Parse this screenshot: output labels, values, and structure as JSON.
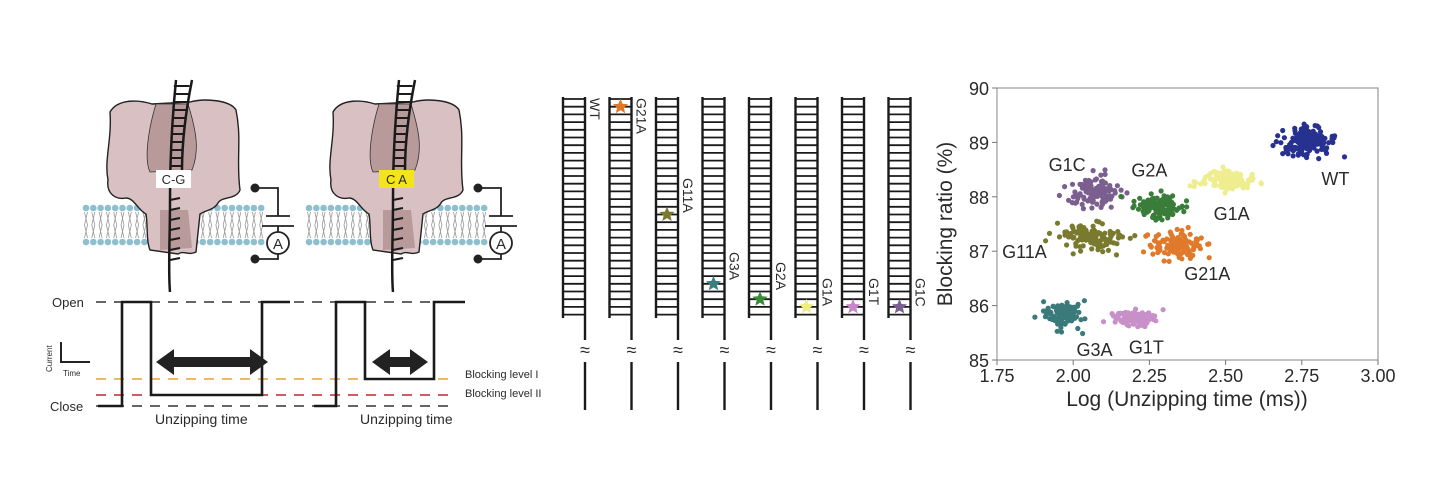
{
  "schematic": {
    "pores": [
      {
        "pair_label": "C-G",
        "label_bg": "#ffffff",
        "unzipping_label": "Unzipping time"
      },
      {
        "pair_label": "C A",
        "label_bg": "#f4e51a",
        "unzipping_label": "Unzipping time"
      }
    ],
    "ammeter_label": "A",
    "levels": {
      "open": "Open",
      "close": "Close",
      "blocking_1": "Blocking level I",
      "blocking_2": "Blocking level II"
    },
    "scale_bar": {
      "y": "Current",
      "x": "Time"
    },
    "colors": {
      "protein": "#d9c1c3",
      "protein_dark": "#b99a9a",
      "lipid_head": "#8dbfcf",
      "level_1": "#e8a030",
      "level_2": "#c0282c"
    }
  },
  "ladders": [
    {
      "label": "WT",
      "star": null
    },
    {
      "label": "G21A",
      "star": "#e07a2a",
      "star_rung": 1
    },
    {
      "label": "G11A",
      "star": "#7a7a2e",
      "star_rung": 15
    },
    {
      "label": "G3A",
      "star": "#3a8080",
      "star_rung": 24
    },
    {
      "label": "G2A",
      "star": "#3a8a3a",
      "star_rung": 26
    },
    {
      "label": "G1A",
      "star": "#eeee80",
      "star_rung": 27
    },
    {
      "label": "G1T",
      "star": "#c888c8",
      "star_rung": 27
    },
    {
      "label": "G1C",
      "star": "#7a5f8f",
      "star_rung": 27
    }
  ],
  "break_symbol": "≈",
  "chart_data": {
    "type": "scatter",
    "xlabel": "Log (Unzipping time (ms))",
    "ylabel": "Blocking ratio (%)",
    "xlim": [
      1.75,
      3.0
    ],
    "ylim": [
      85,
      90
    ],
    "xticks": [
      "1.75",
      "2.00",
      "2.25",
      "2.50",
      "2.75",
      "3.00"
    ],
    "yticks": [
      "85",
      "86",
      "87",
      "88",
      "89",
      "90"
    ],
    "grid": false,
    "series": [
      {
        "name": "WT",
        "color": "#27318f",
        "center": [
          2.76,
          89.0
        ],
        "spread": [
          0.045,
          0.14
        ],
        "n": 160,
        "label_at": [
          2.86,
          88.35
        ]
      },
      {
        "name": "G1A",
        "color": "#eeee90",
        "center": [
          2.5,
          88.3
        ],
        "spread": [
          0.045,
          0.09
        ],
        "n": 110,
        "label_at": [
          2.52,
          87.7
        ]
      },
      {
        "name": "G1C",
        "color": "#7a5f8f",
        "center": [
          2.07,
          88.1
        ],
        "spread": [
          0.04,
          0.13
        ],
        "n": 120,
        "label_at": [
          1.98,
          88.6
        ]
      },
      {
        "name": "G2A",
        "color": "#3a7d3a",
        "center": [
          2.28,
          87.8
        ],
        "spread": [
          0.04,
          0.12
        ],
        "n": 120,
        "label_at": [
          2.25,
          88.5
        ]
      },
      {
        "name": "G11A",
        "color": "#7a7a2e",
        "center": [
          2.06,
          87.25
        ],
        "spread": [
          0.05,
          0.13
        ],
        "n": 120,
        "label_at": [
          1.84,
          87.0
        ]
      },
      {
        "name": "G21A",
        "color": "#e07a2a",
        "center": [
          2.34,
          87.1
        ],
        "spread": [
          0.045,
          0.13
        ],
        "n": 120,
        "label_at": [
          2.44,
          86.6
        ]
      },
      {
        "name": "G3A",
        "color": "#3a7a7a",
        "center": [
          1.97,
          85.85
        ],
        "spread": [
          0.03,
          0.12
        ],
        "n": 110,
        "label_at": [
          2.07,
          85.2
        ]
      },
      {
        "name": "G1T",
        "color": "#c890c8",
        "center": [
          2.2,
          85.78
        ],
        "spread": [
          0.035,
          0.08
        ],
        "n": 100,
        "label_at": [
          2.24,
          85.25
        ]
      }
    ]
  }
}
